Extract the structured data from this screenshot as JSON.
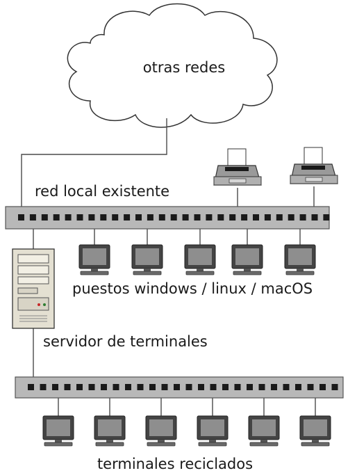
{
  "labels": {
    "cloud": "otras redes",
    "lan": "red local existente",
    "workstations": "puestos windows / linux / macOS",
    "server": "servidor de terminales",
    "terminals": "terminales reciclados"
  },
  "counts": {
    "top_switch_ports": 27,
    "bottom_switch_ports": 26,
    "printers": 2,
    "workstations": 5,
    "terminals": 6
  },
  "colors": {
    "switch_fill": "#b8b8b8",
    "switch_stroke": "#555555",
    "port": "#1a1a1a",
    "monitor_frame": "#444444",
    "monitor_screen": "#8e8e8e",
    "printer_body": "#9a9a9a",
    "server_body": "#e4e0d2",
    "wire": "#4a4a4a",
    "text": "#1a1a1a"
  }
}
